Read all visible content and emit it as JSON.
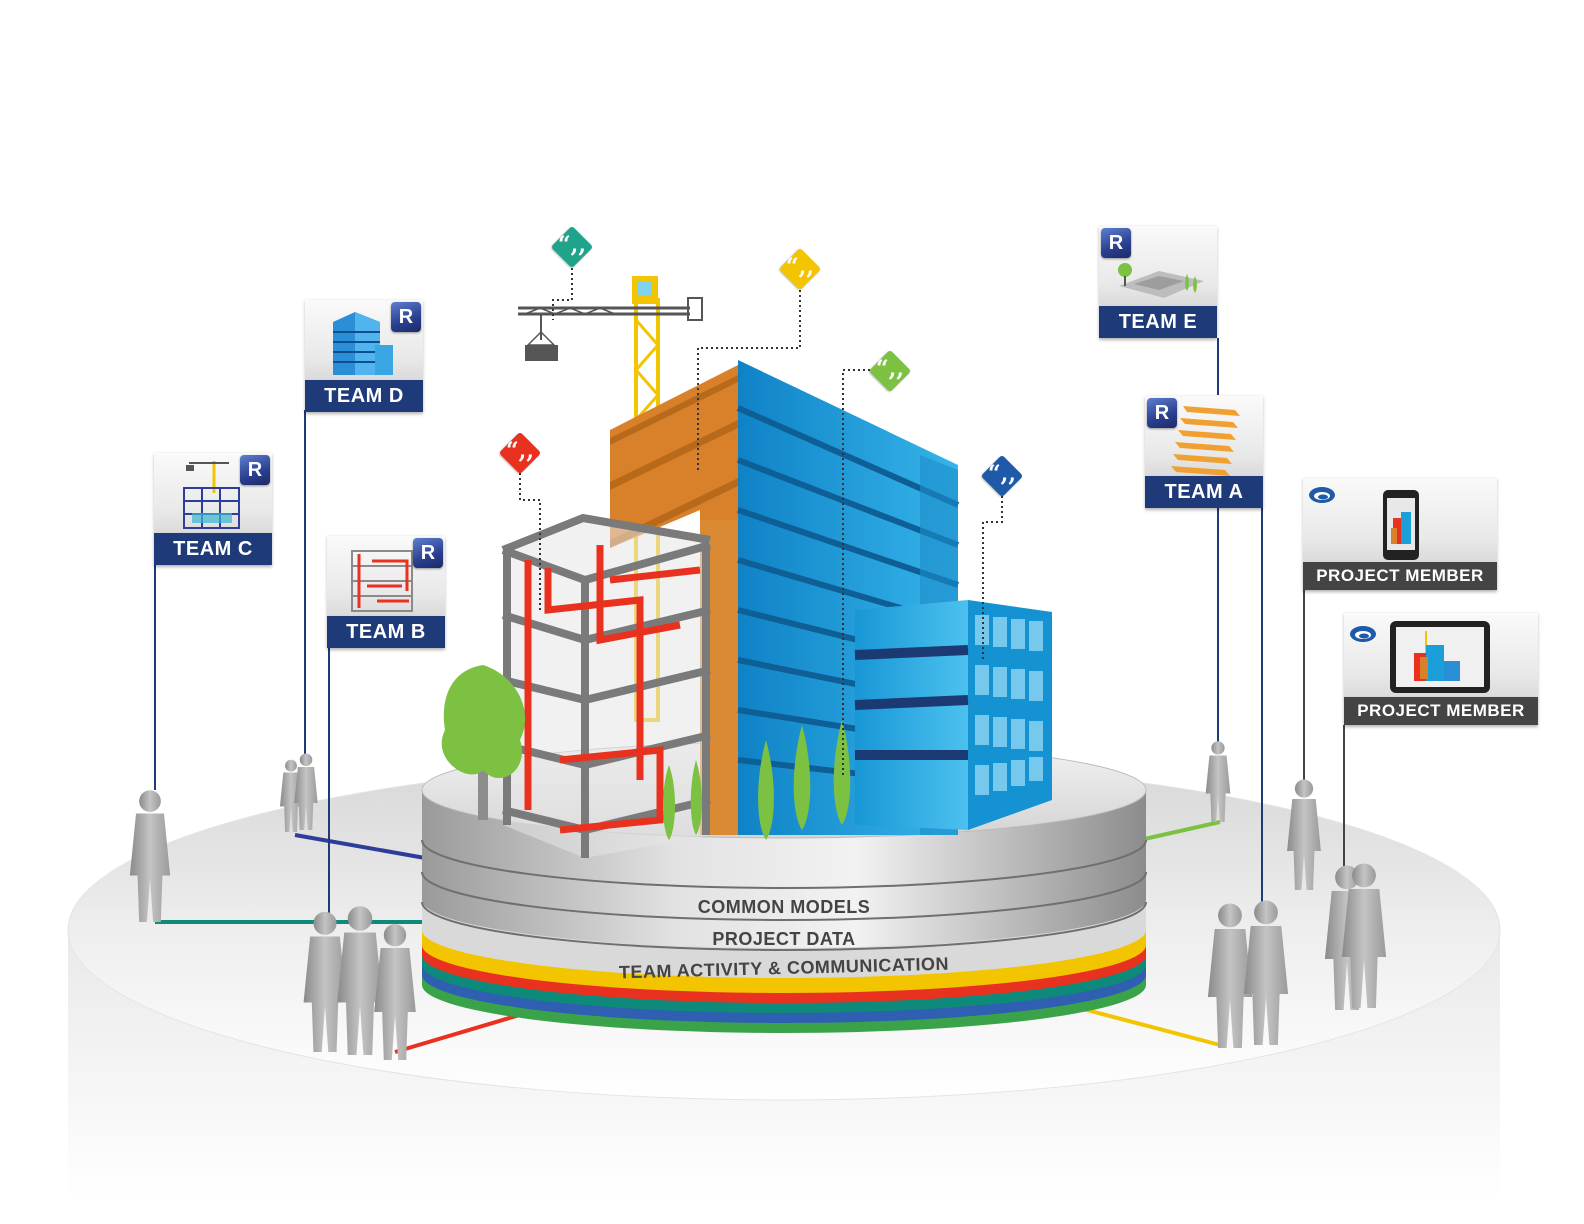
{
  "platform_layers": {
    "top": "COMMON MODELS",
    "middle": "PROJECT DATA",
    "bottom": "TEAM ACTIVITY & COMMUNICATION"
  },
  "teams": [
    {
      "id": "team-a",
      "label": "TEAM A",
      "thumbnail": "floor-slabs-model",
      "app_badge": "R",
      "connector_color": "#7cc142"
    },
    {
      "id": "team-b",
      "label": "TEAM B",
      "thumbnail": "red-structure-model",
      "app_badge": "R",
      "connector_color": "#e8321f"
    },
    {
      "id": "team-c",
      "label": "TEAM C",
      "thumbnail": "crane-building-model",
      "app_badge": "R",
      "connector_color": "#0e8a7a"
    },
    {
      "id": "team-d",
      "label": "TEAM D",
      "thumbnail": "blue-tower-model",
      "app_badge": "R",
      "connector_color": "#2e3d9a"
    },
    {
      "id": "team-e",
      "label": "TEAM E",
      "thumbnail": "site-plan-model",
      "app_badge": "R",
      "connector_color": "#2e3d9a"
    }
  ],
  "project_members": [
    {
      "id": "member-phone",
      "label": "PROJECT MEMBER",
      "device": "phone-icon"
    },
    {
      "id": "member-tablet",
      "label": "PROJECT MEMBER",
      "device": "tablet-icon"
    }
  ],
  "comment_markers": [
    {
      "color": "#1fa38a",
      "glyph": "“,,"
    },
    {
      "color": "#f2c500",
      "glyph": "“,,"
    },
    {
      "color": "#7cc142",
      "glyph": "“,,"
    },
    {
      "color": "#e8321f",
      "glyph": "“,,"
    },
    {
      "color": "#1f5aa8",
      "glyph": "“,,"
    }
  ],
  "colors": {
    "team_label_bg": "#1e3a78",
    "member_label_bg": "#444444",
    "ring_red": "#e8321f",
    "ring_yellow": "#f2c500",
    "ring_green": "#3aa34a",
    "ring_blue": "#2e5fb0",
    "ring_teal": "#0e8a7a",
    "building_blue": "#1a9fd8",
    "building_orange": "#d9812a",
    "structure_gray": "#7f7f7f",
    "tree_green": "#7cc142"
  }
}
